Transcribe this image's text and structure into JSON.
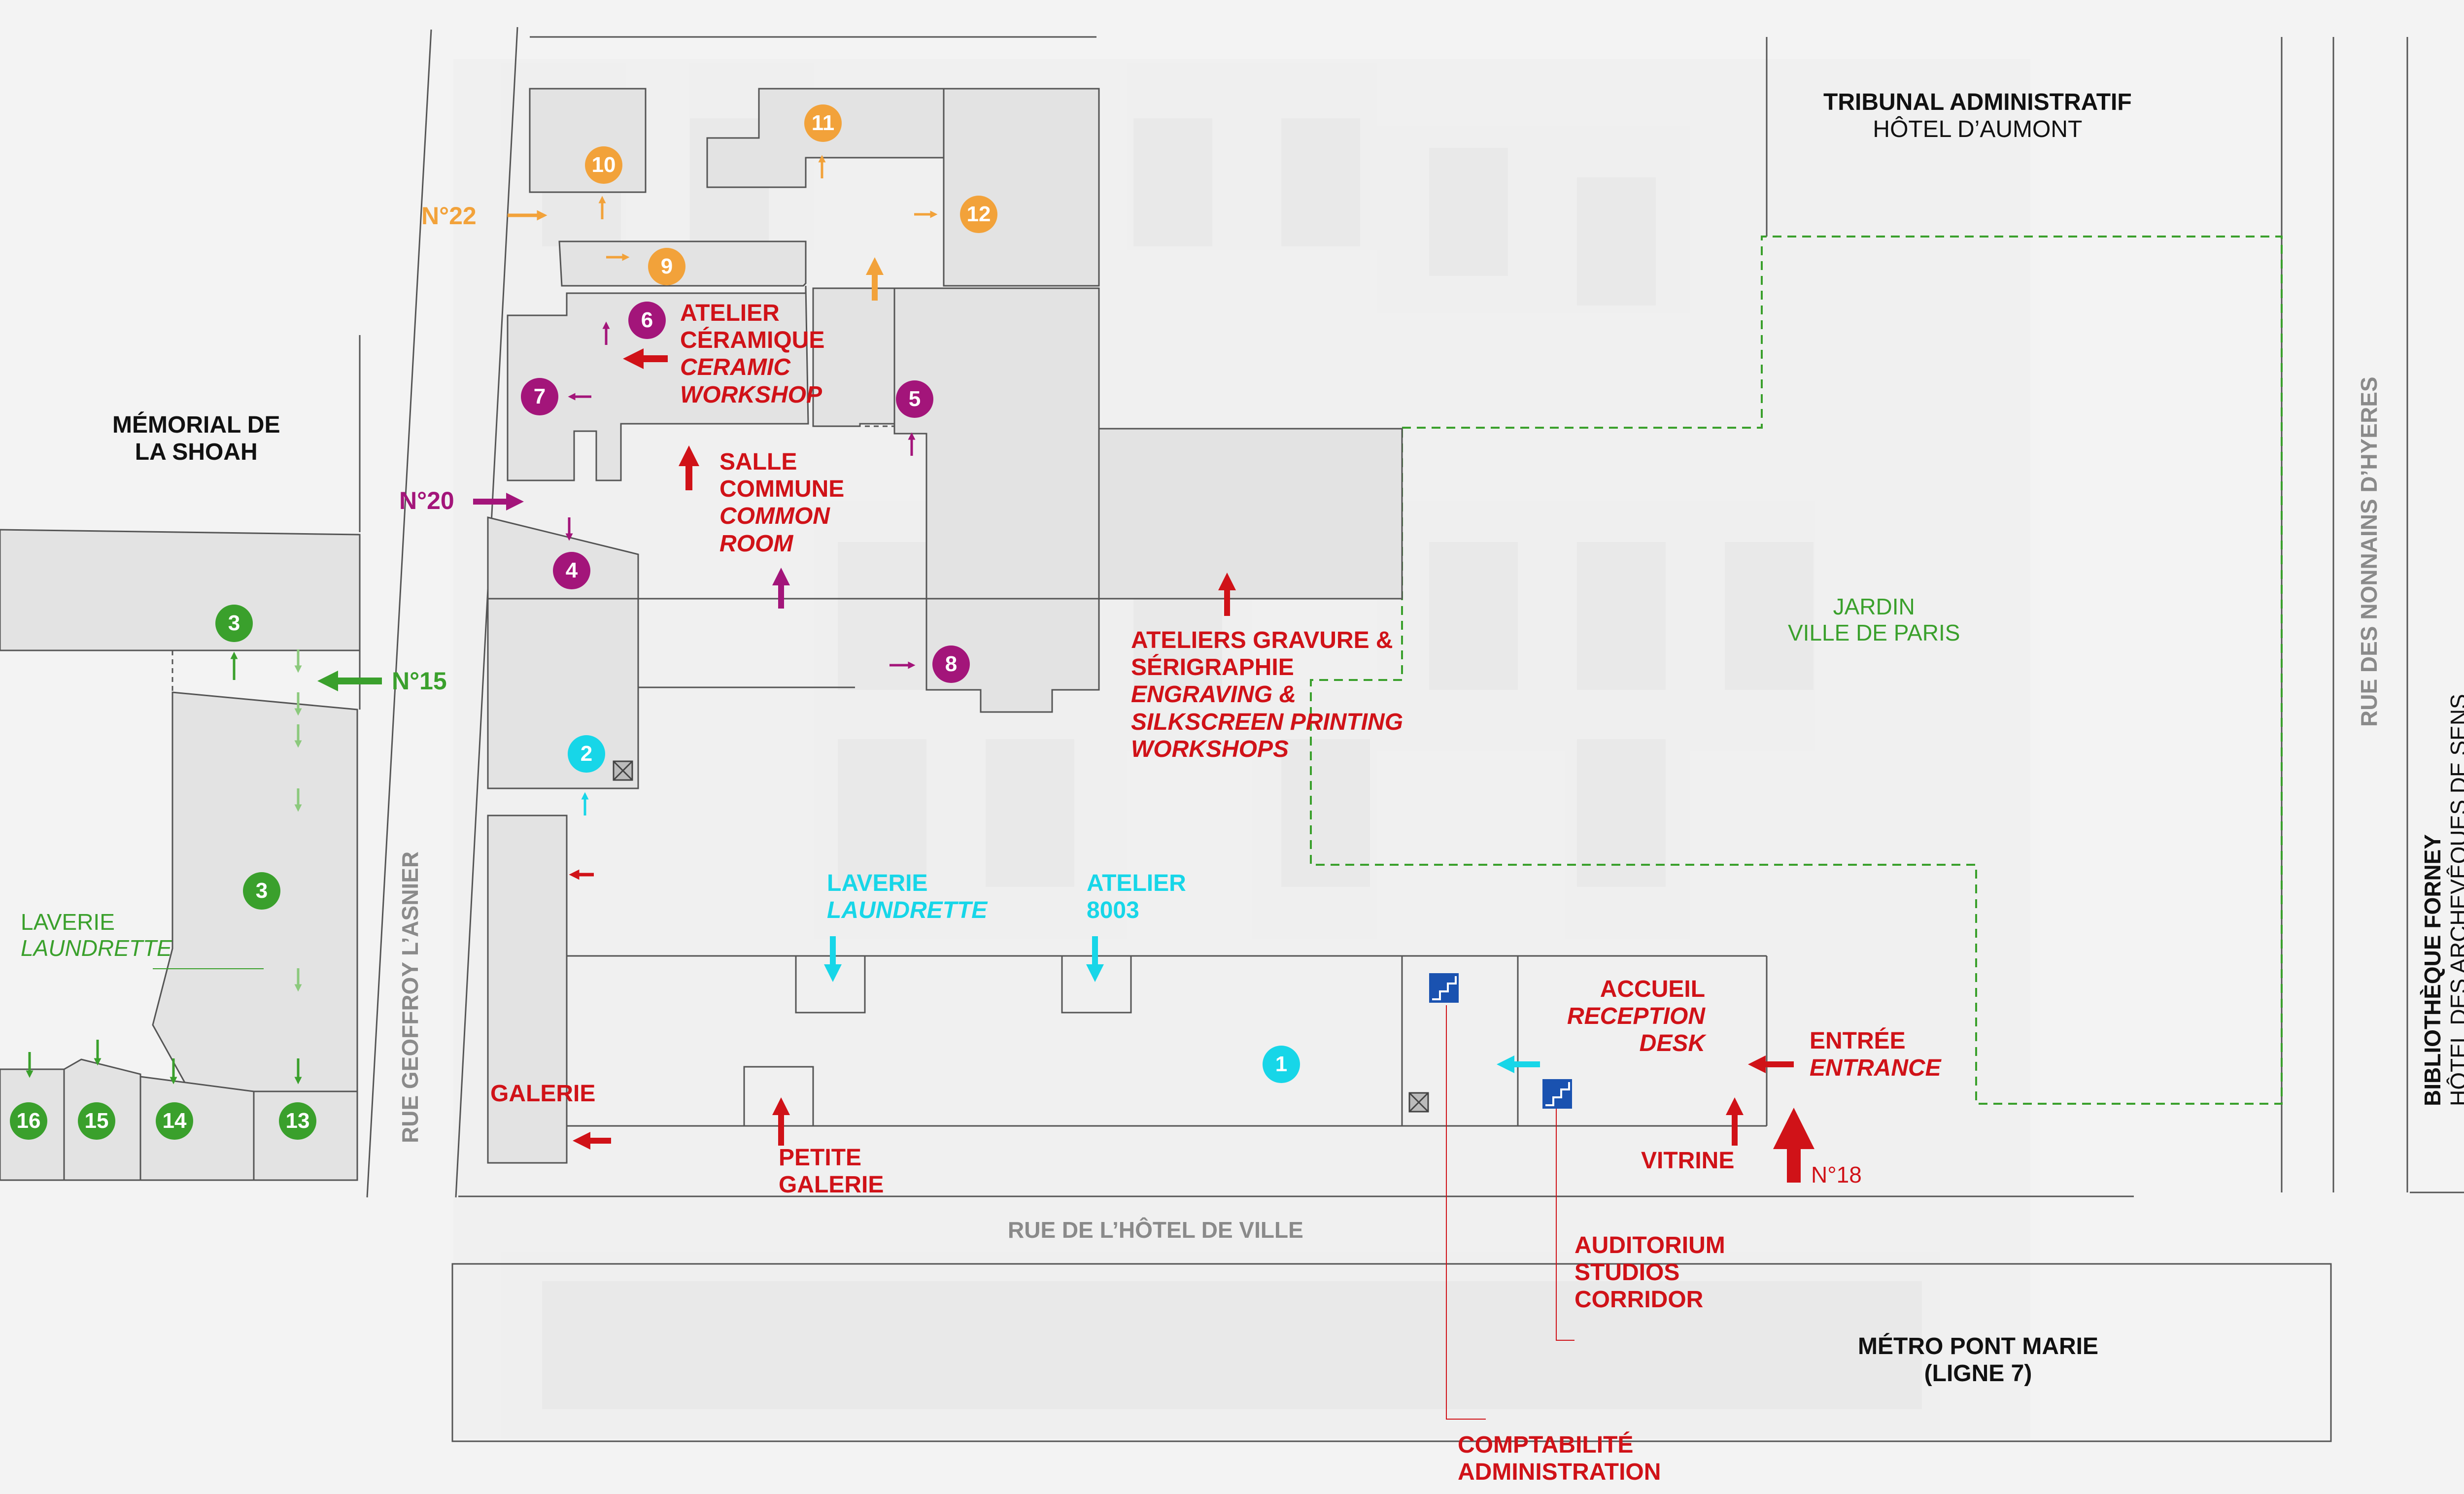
{
  "colors": {
    "red": "#d01218",
    "purple": "#a3157a",
    "orange": "#f2a23a",
    "green": "#3aa02c",
    "light_green": "#8cc97d",
    "cyan": "#17d6e8",
    "blue_stairs": "#1a52b0",
    "building_fill": "#e3e3e3",
    "outline": "#555555"
  },
  "places": {
    "tribunal": {
      "line1": "TRIBUNAL ADMINISTRATIF",
      "line2": "HÔTEL D’AUMONT"
    },
    "memorial": {
      "line1": "MÉMORIAL DE",
      "line2": "LA SHOAH"
    },
    "jardin": {
      "line1": "JARDIN",
      "line2": "VILLE DE PARIS"
    },
    "metro": {
      "line1": "MÉTRO PONT MARIE",
      "line2": "(LIGNE 7)"
    },
    "bibliotheque": {
      "line1": "BIBLIOTHÈQUE FORNEY",
      "line2": "HÔTEL DES ARCHEVÊQUES DE SENS"
    }
  },
  "streets": {
    "nonnains": "RUE DES NONNAINS D’HYERES",
    "geoffroy": "RUE GEOFFROY L’ASNIER",
    "hotel_de_ville": "RUE DE L’HÔTEL DE VILLE"
  },
  "entrances": {
    "n22": "N°22",
    "n20": "N°20",
    "n15": "N°15",
    "n18": "N°18"
  },
  "rooms": {
    "ceramique": {
      "fr1": "ATELIER",
      "fr2": "CÉRAMIQUE",
      "en1": "CERAMIC",
      "en2": "WORKSHOP"
    },
    "salle": {
      "fr1": "SALLE",
      "fr2": "COMMUNE",
      "en1": "COMMON",
      "en2": "ROOM"
    },
    "gravure": {
      "fr1": "ATELIERS GRAVURE &",
      "fr2": "SÉRIGRAPHIE",
      "en1": "ENGRAVING &",
      "en2": "SILKSCREEN PRINTING",
      "en3": "WORKSHOPS"
    },
    "laverie_cyan": {
      "fr": "LAVERIE",
      "en": "LAUNDRETTE"
    },
    "atelier_8003": {
      "line1": "ATELIER",
      "line2": "8003"
    },
    "laverie_green": {
      "fr": "LAVERIE",
      "en": "LAUNDRETTE"
    },
    "accueil": {
      "fr": "ACCUEIL",
      "en1": "RECEPTION",
      "en2": "DESK"
    },
    "entree": {
      "fr": "ENTRÉE",
      "en": "ENTRANCE"
    },
    "galerie": "GALERIE",
    "petite_galerie": {
      "line1": "PETITE",
      "line2": "GALERIE"
    },
    "vitrine": "VITRINE",
    "auditorium": {
      "line1": "AUDITORIUM",
      "line2": "STUDIOS",
      "line3": "CORRIDOR"
    },
    "comptabilite": {
      "line1": "COMPTABILITÉ",
      "line2": "ADMINISTRATION"
    }
  },
  "badges": {
    "b1": "1",
    "b2": "2",
    "b3a": "3",
    "b3b": "3",
    "b4": "4",
    "b5": "5",
    "b6": "6",
    "b7": "7",
    "b8": "8",
    "b9": "9",
    "b10": "10",
    "b11": "11",
    "b12": "12",
    "b13": "13",
    "b14": "14",
    "b15": "15",
    "b16": "16"
  }
}
